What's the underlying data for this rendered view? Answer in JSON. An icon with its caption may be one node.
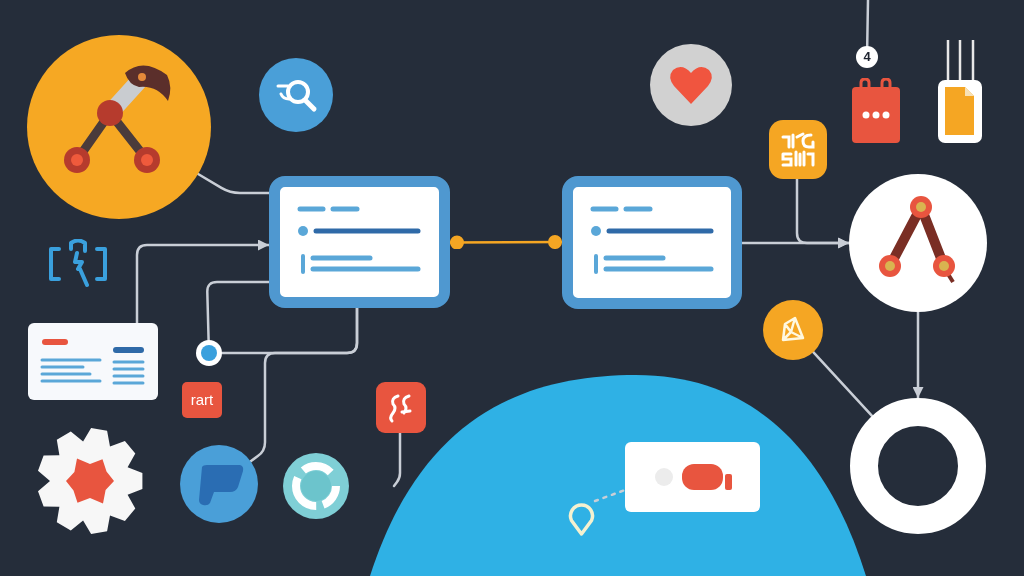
{
  "diagram": {
    "nodes": [
      {
        "text": [],
        "shape": "circle"
      },
      {
        "text": [
          "4"
        ]
      },
      {
        "text": [],
        "shape": "box"
      },
      {
        "text": [],
        "shape": "box"
      },
      {
        "text": [],
        "shape": "box"
      },
      {
        "text": [],
        "shape": "circle"
      },
      {
        "text": [],
        "shape": "box"
      },
      {
        "text": [],
        "shape": "circle"
      },
      {
        "text": [],
        "shape": "circle"
      },
      {
        "text": [
          "rart"
        ]
      },
      {
        "text": [],
        "shape": "box"
      },
      {
        "text": [],
        "shape": "ring"
      },
      {
        "text": [],
        "shape": "circle"
      },
      {
        "text": [],
        "shape": "box"
      },
      {
        "text": [],
        "shape": "pin"
      }
    ],
    "edges": [
      {
        "from": 0,
        "to": 3,
        "arrow": "none"
      },
      {
        "from": null,
        "to": 1,
        "arrow": "none"
      },
      {
        "from": 6,
        "to": 3,
        "arrow": "to"
      },
      {
        "from": 3,
        "to": 8,
        "arrow": "none"
      },
      {
        "from": 3,
        "to": 8,
        "arrow": "none"
      },
      {
        "from": 3,
        "to": 12,
        "arrow": "none"
      },
      {
        "from": 3,
        "to": 4,
        "arrow": "other",
        "color": "#f5a623"
      },
      {
        "from": 4,
        "to": 5,
        "arrow": "to"
      },
      {
        "from": 2,
        "to": 5,
        "arrow": "to"
      },
      {
        "from": 5,
        "to": 11,
        "arrow": "to"
      },
      {
        "from": 7,
        "to": 11,
        "arrow": "none"
      },
      {
        "from": 10,
        "to": null,
        "arrow": "none"
      },
      {
        "from": 14,
        "to": 13,
        "arrow": "none",
        "style": "dashed"
      }
    ]
  }
}
